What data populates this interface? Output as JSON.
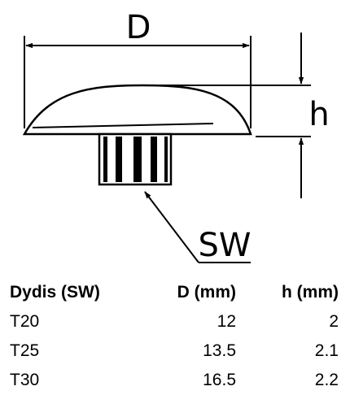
{
  "diagram": {
    "labels": {
      "diameter": "D",
      "height": "h",
      "socket": "SW"
    }
  },
  "table": {
    "headers": [
      "Dydis (SW)",
      "D (mm)",
      "h (mm)"
    ],
    "rows": [
      [
        "T20",
        "12",
        "2"
      ],
      [
        "T25",
        "13.5",
        "2.1"
      ],
      [
        "T30",
        "16.5",
        "2.2"
      ]
    ]
  }
}
